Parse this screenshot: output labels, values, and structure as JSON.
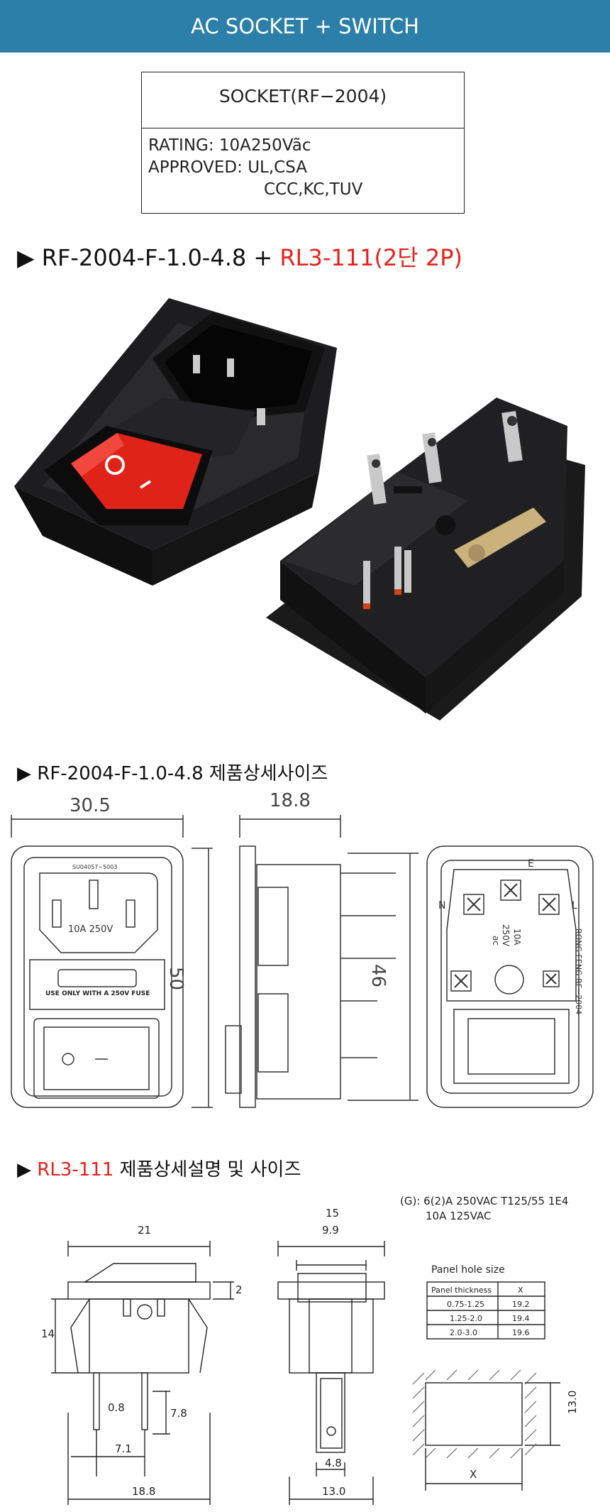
{
  "header": {
    "title": "AC SOCKET + SWITCH"
  },
  "spec": {
    "title": "SOCKET(RF−2004)",
    "rating": "RATING:  10A250V",
    "rating_symbol": "a͂c",
    "approved_1": "APPROVED:  UL,CSA",
    "approved_2": "CCC,KC,TUV"
  },
  "section1": {
    "marker": "▶",
    "part": "RF-2004-F-1.0-4.8 + ",
    "switch": "RL3-111(2단 2P)"
  },
  "section2": {
    "marker": "▶",
    "title": "RF-2004-F-1.0-4.8 제품상세사이즈",
    "dims": {
      "width": "30.5",
      "depth": "18.8",
      "height": "50",
      "pin_height": "46"
    },
    "front_labels": {
      "cert": "SU04057−5003",
      "rating": "10A  250V",
      "fuse": "USE ONLY WITH A 250V FUSE"
    },
    "rear_labels": {
      "e": "E",
      "n": "N",
      "l": "L",
      "rating": "10A",
      "volt": "250V",
      "ac": "ac",
      "brand": "RONG FENG  RF−2004"
    }
  },
  "section3": {
    "marker": "▶",
    "red": "RL3-111",
    "title": " 제품상세설명 및 사이즈",
    "spec_g": "(G): 6(2)A  250VAC  T125/55  1E4",
    "spec_g2": "10A   125VAC",
    "dims": {
      "w21": "21",
      "w15": "15",
      "w99": "9.9",
      "h2": "2",
      "h14": "14",
      "d08": "0.8",
      "d78": "7.8",
      "d71": "7.1",
      "d188": "18.8",
      "d48": "4.8",
      "d130": "13.0",
      "h130": "13.0",
      "x": "X"
    },
    "panel_table": {
      "title": "Panel hole size",
      "headers": [
        "Panel thickness",
        "X"
      ],
      "rows": [
        [
          "0.75-1.25",
          "19.2"
        ],
        [
          "1.25-2.0",
          "19.4"
        ],
        [
          "2.0-3.0",
          "19.6"
        ]
      ]
    }
  }
}
